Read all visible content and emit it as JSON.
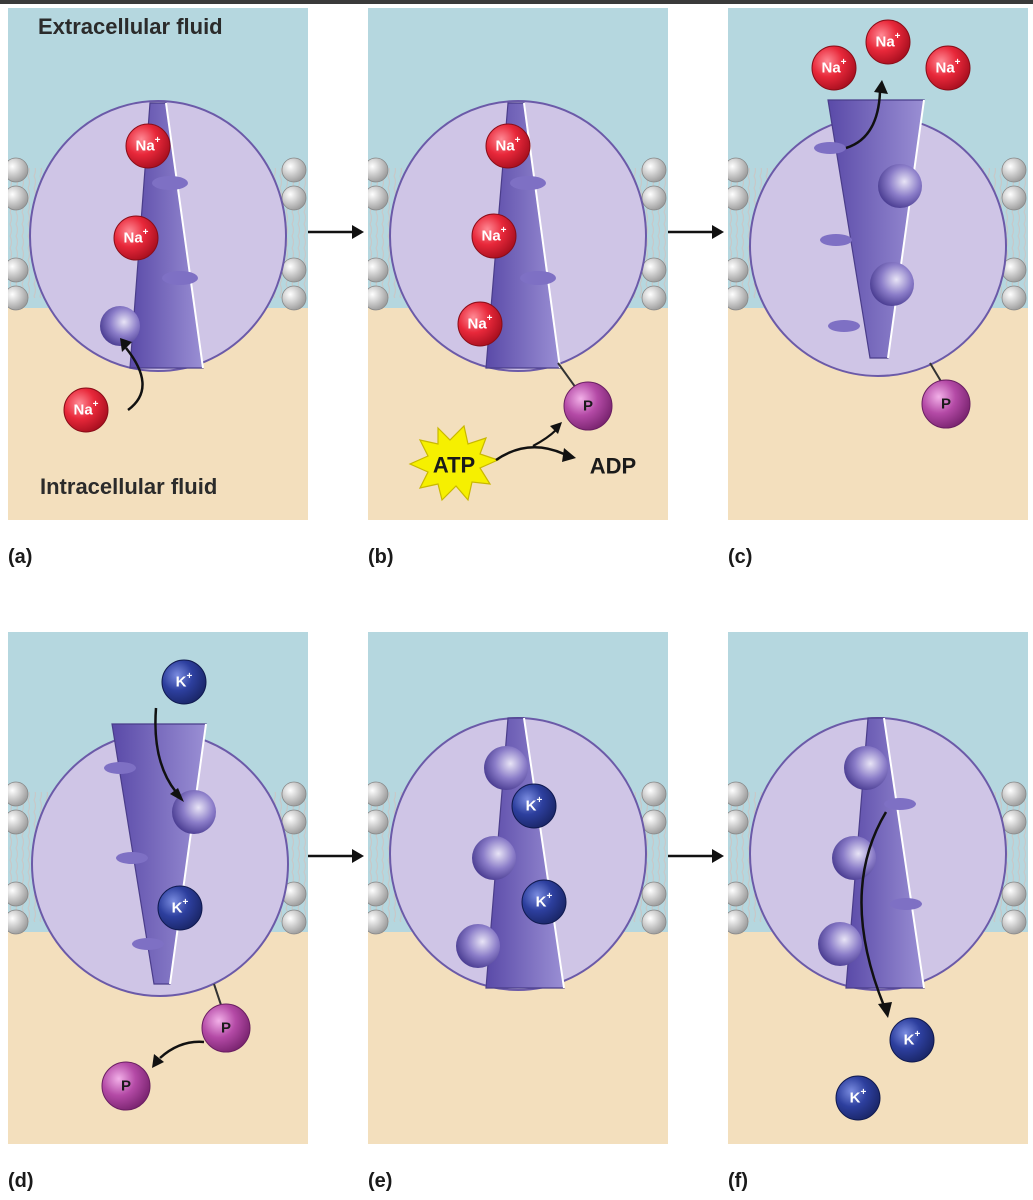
{
  "figure": {
    "extracellular_label": "Extracellular fluid",
    "intracellular_label": "Intracellular fluid",
    "panels": [
      {
        "label": "(a)",
        "ions": [
          "Na+",
          "Na+",
          "Na+"
        ]
      },
      {
        "label": "(b)",
        "ions": [
          "Na+",
          "Na+",
          "Na+",
          "P",
          "ATP",
          "ADP"
        ]
      },
      {
        "label": "(c)",
        "ions": [
          "Na+",
          "Na+",
          "Na+",
          "P"
        ]
      },
      {
        "label": "(d)",
        "ions": [
          "K+",
          "K+",
          "P",
          "P"
        ]
      },
      {
        "label": "(e)",
        "ions": [
          "K+",
          "K+"
        ]
      },
      {
        "label": "(f)",
        "ions": [
          "K+",
          "K+"
        ]
      }
    ]
  },
  "ion_text": {
    "na": "Na",
    "k": "K",
    "plus": "+",
    "p": "P",
    "atp": "ATP",
    "adp": "ADP"
  },
  "colors": {
    "extracellular": "#b5d7df",
    "intracellular": "#f3dfbd",
    "protein": "#cfc5e6",
    "channel": "#6d5eb8",
    "sodium": "#e8283a",
    "potassium": "#2d3f9e",
    "phosphate": "#b44aa6",
    "atp_burst": "#f6f000"
  }
}
